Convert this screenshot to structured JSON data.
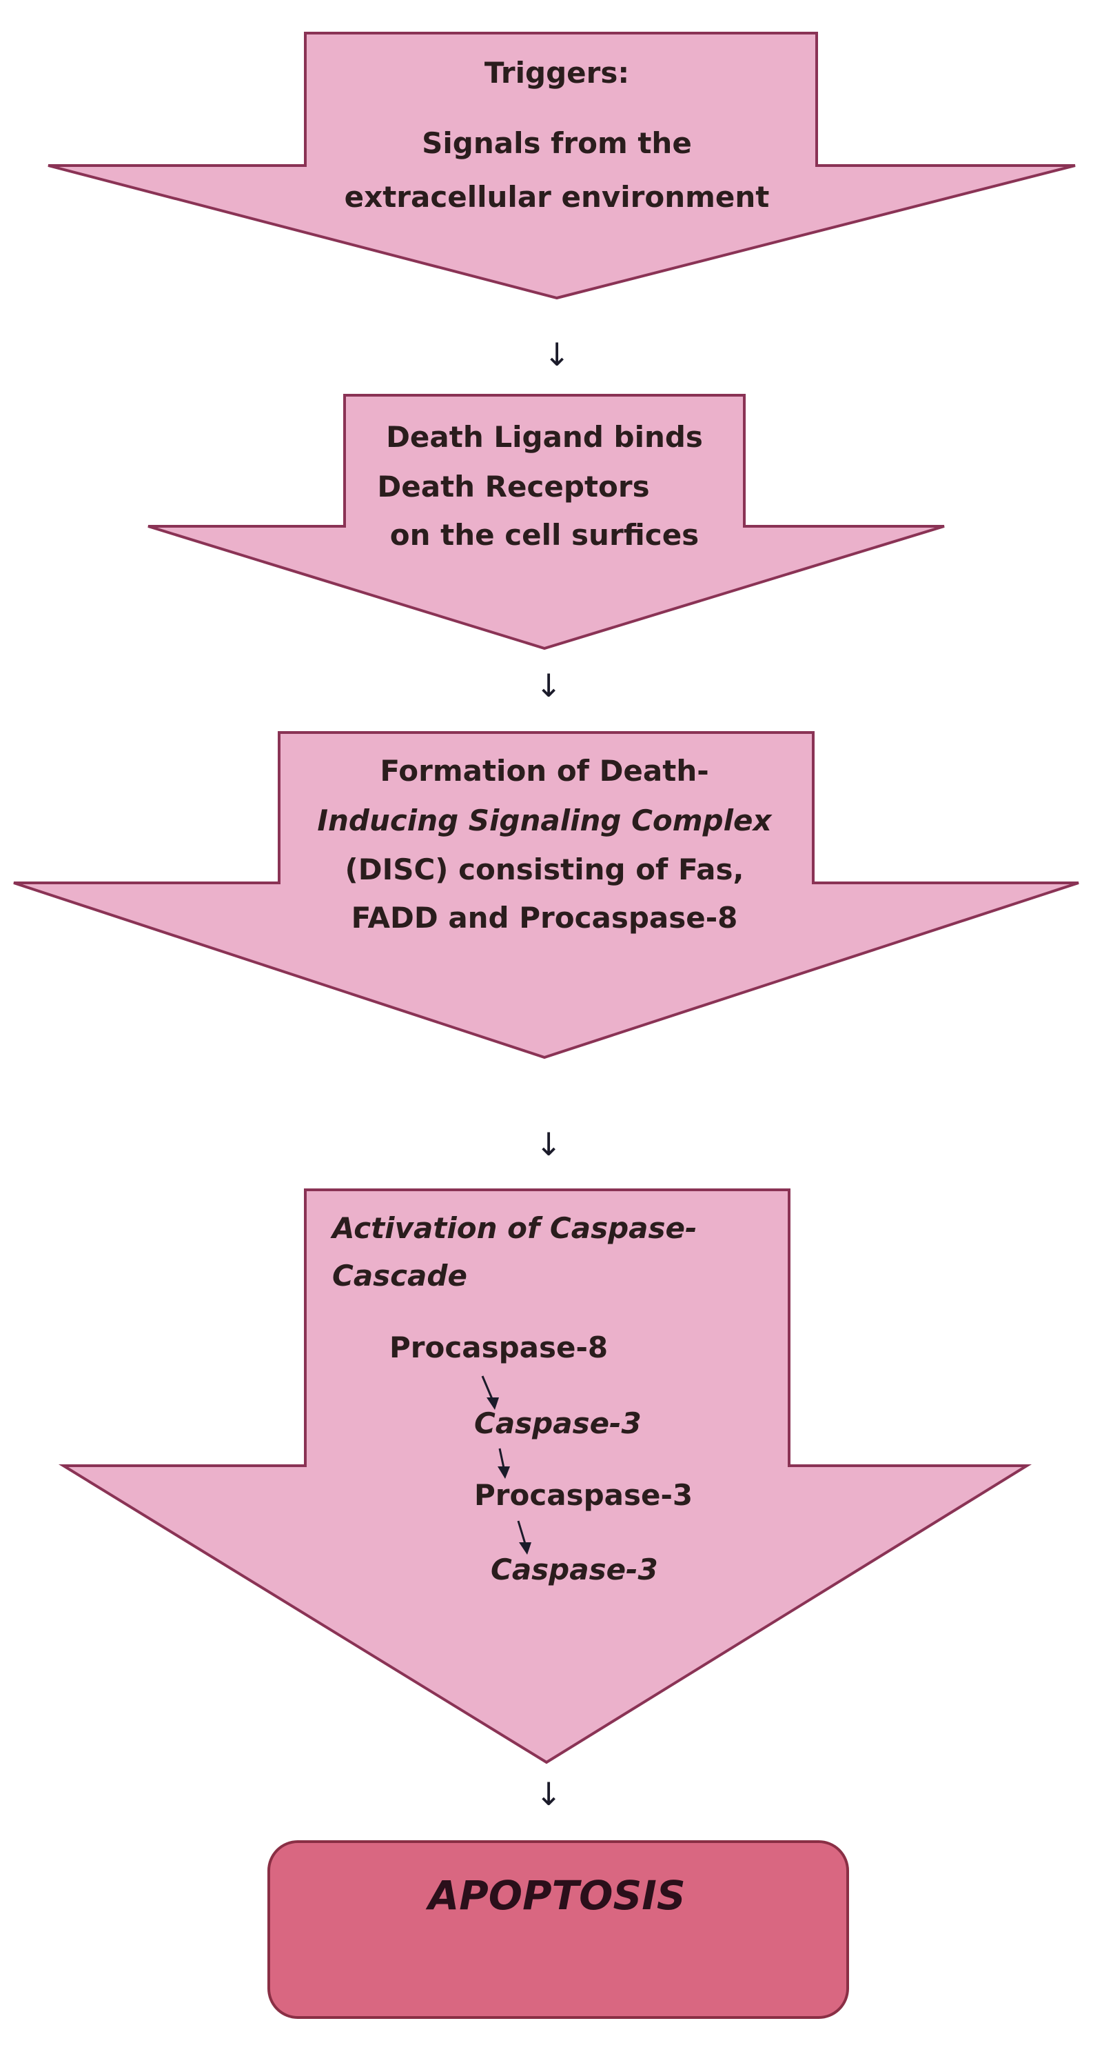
{
  "steps": [
    {
      "lines": [
        "Triggers:",
        "Signals from the",
        "extracellular environment"
      ]
    },
    {
      "lines": [
        "Death Ligand binds",
        "Death Receptors",
        "on the cell surfices"
      ]
    },
    {
      "lines": [
        "Formation of Death-",
        "Inducing Signaling Complex",
        "(DISC)  consisting of Fas,",
        "FADD and Procaspase-8"
      ]
    },
    {
      "lines": [
        "Activation of Caspase-",
        "Cascade"
      ],
      "cascade": [
        "Procaspase-8",
        "Caspase-3",
        "Procaspase-3",
        "Caspase-3"
      ]
    }
  ],
  "connector_glyph": "↓",
  "outcome": "APOPTOSIS",
  "colors": {
    "arrow_fill": "#ebb1cb",
    "arrow_stroke": "#8a3355",
    "outcome_fill": "#d96781"
  }
}
